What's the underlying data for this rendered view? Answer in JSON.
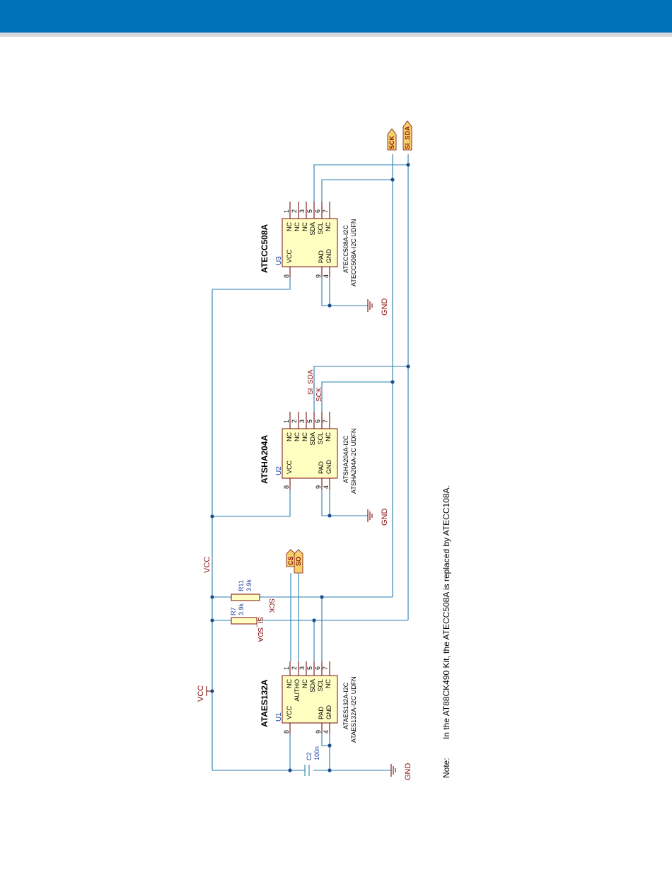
{
  "colors": {
    "header": "#0072bc",
    "wire": "#2a7fb0",
    "symbol": "#7a0e0e",
    "net": "#8b0d0d",
    "ref": "#1d3fa0",
    "body": "#ffffc2",
    "port": "#f5d26b"
  },
  "nets": {
    "vcc": "VCC",
    "gnd": "GND",
    "sck": "SCK",
    "si_sda": "SI_SDA",
    "cs": "CS",
    "so": "SO"
  },
  "u1": {
    "name": "ATAES132A",
    "ref": "U1",
    "part1": "ATAES132A-I2C",
    "part2": "ATAES132A-I2C UDFN",
    "pins": {
      "vcc": "VCC",
      "pad": "PAD",
      "gnd": "GND",
      "nc1": "NC",
      "autho": "AUTHO",
      "nc3": "NC",
      "sda": "SDA",
      "scl": "SCL",
      "nc7": "NC"
    }
  },
  "u2": {
    "name": "ATSHA204A",
    "ref": "U2",
    "part1": "ATSHA204A-I2C",
    "part2": "ATSHA204A-2C UDFN",
    "pins": {
      "vcc": "VCC",
      "pad": "PAD",
      "gnd": "GND",
      "nc1": "NC",
      "nc2": "NC",
      "nc3": "NC",
      "sda": "SDA",
      "scl": "SCL",
      "nc7": "NC"
    }
  },
  "u3": {
    "name": "ATECC508A",
    "ref": "U3",
    "part1": "ATECC508A-I2C",
    "part2": "ATECC508A-I2C UDFN",
    "pins": {
      "vcc": "VCC",
      "pad": "PAD",
      "gnd": "GND",
      "nc1": "NC",
      "nc2": "NC",
      "nc3": "NC",
      "sda": "SDA",
      "scl": "SCL",
      "nc7": "NC"
    }
  },
  "pin_numbers": {
    "p1": "1",
    "p2": "2",
    "p3": "3",
    "p4": "4",
    "p5": "5",
    "p6": "6",
    "p7": "7",
    "p8": "8",
    "p9": "9"
  },
  "r7": {
    "ref": "R7",
    "value": "3.9k"
  },
  "r11": {
    "ref": "R11",
    "value": "3.9k"
  },
  "c2": {
    "ref": "C2",
    "value": "100n"
  },
  "note": {
    "label": "Note:",
    "text": "In the AT88CK490 Kit, the ATECC508A is replaced by ATECC108A."
  }
}
